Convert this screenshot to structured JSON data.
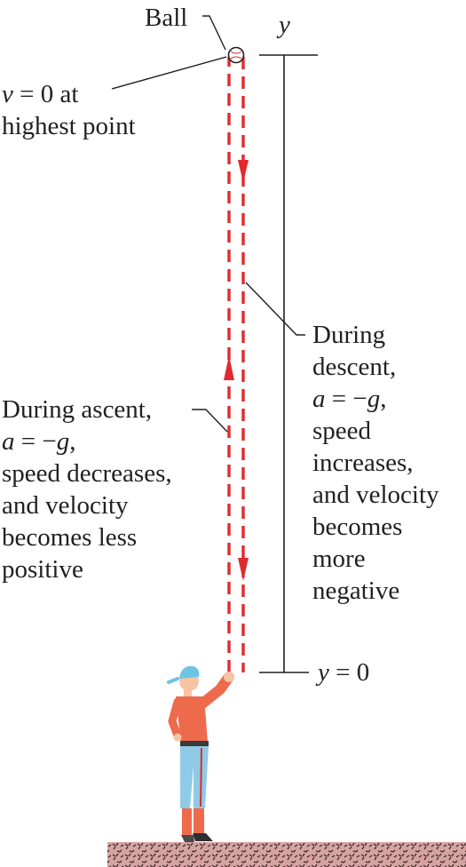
{
  "labels": {
    "ball": "Ball",
    "y_axis": "y",
    "y_zero_var": "y",
    "y_zero_rest": " = 0",
    "highest_var": "v",
    "highest_rest": " = 0 at",
    "highest_line2": "highest point",
    "ascent_line1": "During ascent,",
    "ascent_a": "a",
    "ascent_eq": " = −",
    "ascent_g": "g",
    "ascent_comma": ",",
    "ascent_line3": "speed decreases,",
    "ascent_line4": "and velocity",
    "ascent_line5": "becomes less",
    "ascent_line6": "positive",
    "descent_line1": "During",
    "descent_line2": "descent,",
    "descent_a": "a",
    "descent_eq": " = −",
    "descent_g": "g",
    "descent_comma": ",",
    "descent_line4": "speed",
    "descent_line5": "increases,",
    "descent_line6": "and velocity",
    "descent_line7": "becomes",
    "descent_line8": "more",
    "descent_line9": "negative"
  },
  "colors": {
    "path": "#e02a2f",
    "line": "#231f20",
    "ground": "#d6a3a0",
    "shirt": "#ee6a4d",
    "pants": "#8fcbe6",
    "skin": "#f6c3a3",
    "cap": "#6cc3e6"
  },
  "icons": [
    "ball-icon",
    "person-icon",
    "ground-texture"
  ]
}
